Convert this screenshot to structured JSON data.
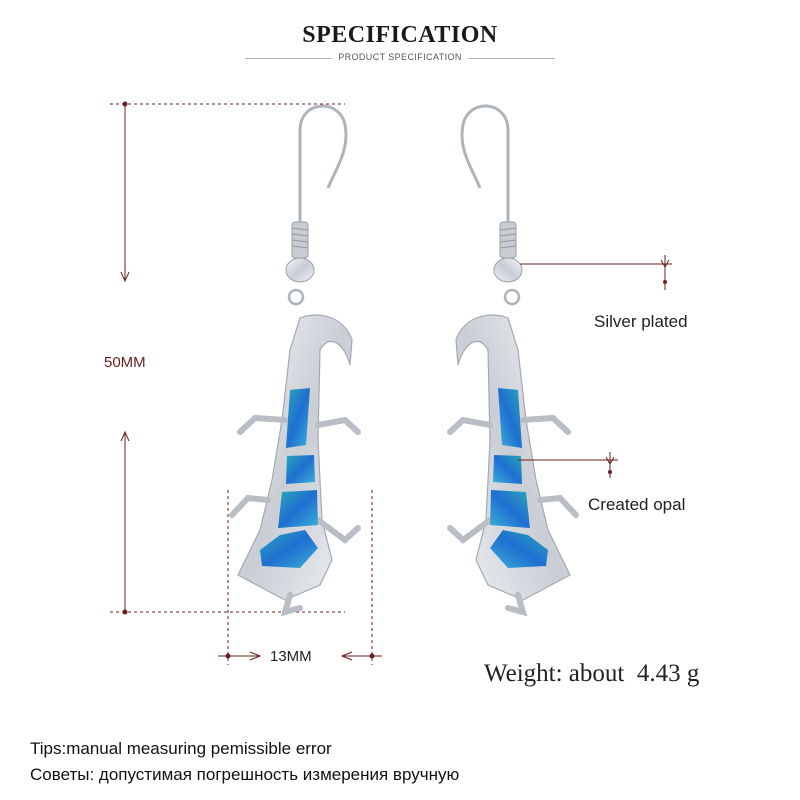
{
  "header": {
    "title": "SPECIFICATION",
    "subtitle": "PRODUCT SPECIFICATION"
  },
  "dimensions": {
    "height_label": "50MM",
    "width_label": "13MM"
  },
  "callouts": {
    "material": "Silver plated",
    "stone": "Created opal"
  },
  "weight": {
    "label": "Weight: about",
    "value": "4.43 g"
  },
  "tips": {
    "en": "Tips:manual measuring pemissible error",
    "ru": "Советы: допустимая погрешность измерения вручную"
  },
  "colors": {
    "dimension_lines": "#6b1f1f",
    "opal_blue": "#1f6fd1",
    "opal_teal": "#2aa7b6",
    "silver": "#d9dde2"
  },
  "icons": [
    "earring-lizard-left",
    "earring-lizard-right",
    "arrow-icon"
  ]
}
